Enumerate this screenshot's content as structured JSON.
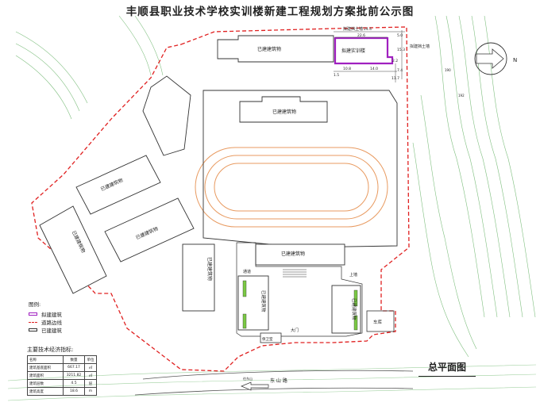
{
  "title": "丰顺县职业技术学校实训楼新建工程规划方案批前公示图",
  "buildings": {
    "existing": "已建建筑物",
    "existing_short": "已建建筑",
    "planned": "拟建实训楼"
  },
  "site": {
    "retaining_wall_top": "拟建挡土墙",
    "retaining_wall_right": "拟建挡土墙",
    "passage": "通道",
    "gate": "大门",
    "guard": "保卫室",
    "garage": "车库",
    "upper_wall": "上墙",
    "road_label": "东 山 路",
    "road_arrow_label": "往东山",
    "north": "N"
  },
  "dimensions": {
    "d1": "24.4",
    "d2": "22.6",
    "d3": "5.0",
    "d4": "15.3",
    "d5": "10.8",
    "d6": "14.0",
    "d7": "1.5",
    "d8": "2.2",
    "d9": "7.4",
    "d10": "11.7"
  },
  "contours": {
    "c1": "190",
    "c2": "192"
  },
  "legend": {
    "title": "图例:",
    "items": [
      "拟建建筑",
      "道路边线",
      "已建建筑"
    ]
  },
  "indicators": {
    "title": "主要技术经济指标:",
    "header": [
      "名称",
      "数量",
      "单位"
    ],
    "rows": [
      [
        "建筑基底面积",
        "667.17",
        "㎡"
      ],
      [
        "建筑面积",
        "3211.82",
        "㎡"
      ],
      [
        "建筑层数",
        "4.5",
        "层"
      ],
      [
        "建筑高度",
        "18.6",
        "m"
      ]
    ]
  },
  "drawing_name": "总平面图"
}
